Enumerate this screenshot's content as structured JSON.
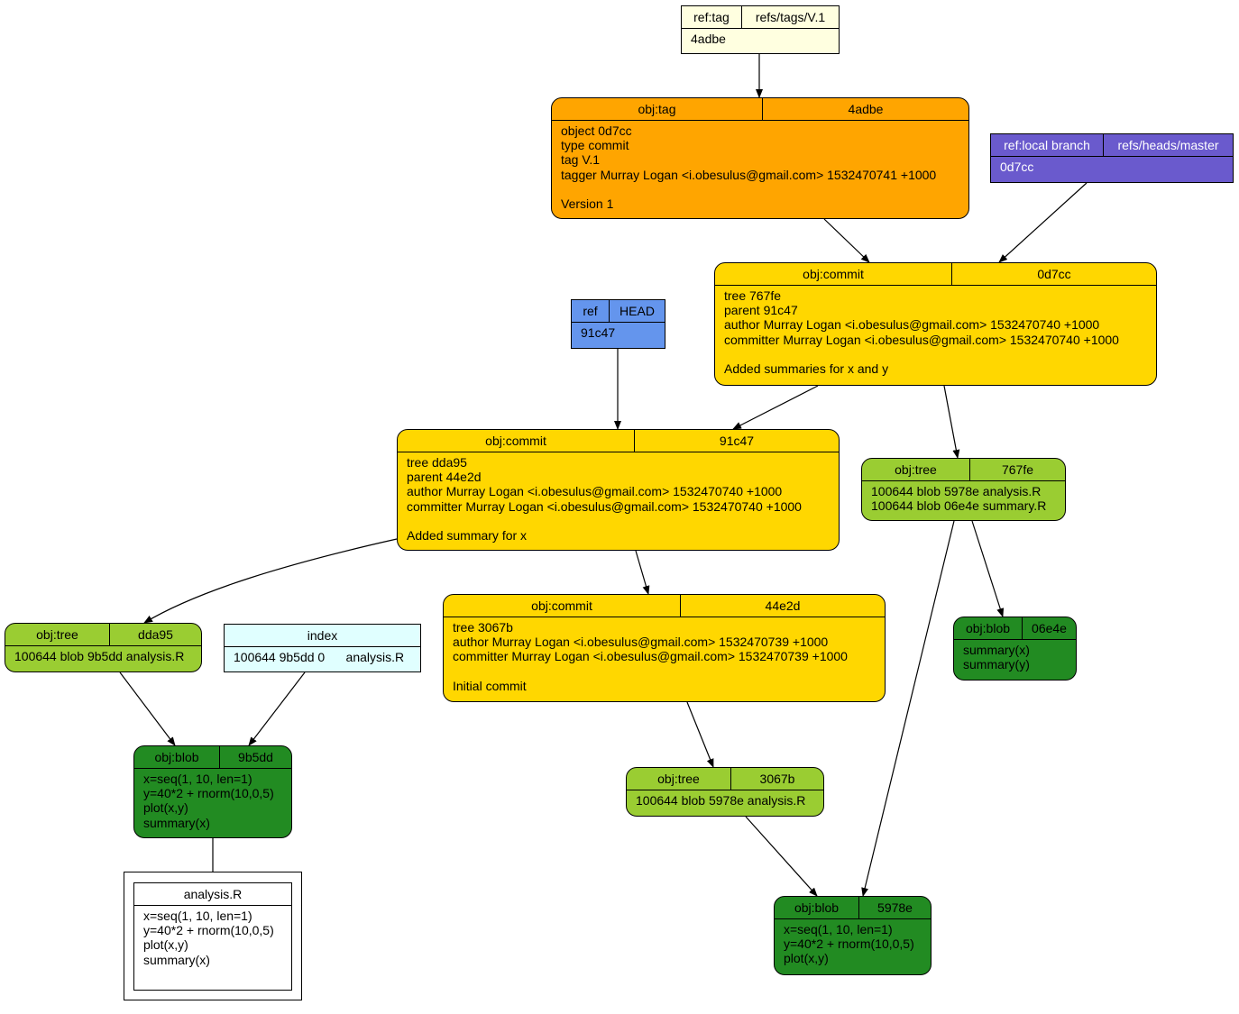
{
  "colors": {
    "tag_obj": "#FFA500",
    "commit": "#FFD700",
    "tree": "#9ACD32",
    "blob": "#228B22",
    "ref_tag": "#FFFFE0",
    "ref_head": "#6495ED",
    "ref_branch": "#6A5ACD",
    "index": "#E0FFFF",
    "file": "#FFFFFF"
  },
  "nodes": {
    "ref_tag": {
      "left": "ref:tag",
      "right": "refs/tags/V.1",
      "body": "4adbe"
    },
    "tag_obj": {
      "left": "obj:tag",
      "right": "4adbe",
      "body": "object 0d7cc\ntype commit\ntag V.1\ntagger Murray Logan <i.obesulus@gmail.com> 1532470741 +1000\n\nVersion 1"
    },
    "ref_branch": {
      "left": "ref:local branch",
      "right": "refs/heads/master",
      "body": "0d7cc"
    },
    "commit_0d7cc": {
      "left": "obj:commit",
      "right": "0d7cc",
      "body": "tree 767fe\nparent 91c47\nauthor Murray Logan <i.obesulus@gmail.com> 1532470740 +1000\ncommitter Murray Logan <i.obesulus@gmail.com> 1532470740 +1000\n\nAdded summaries for x and y"
    },
    "ref_head": {
      "left": "ref",
      "right": "HEAD",
      "body": "91c47"
    },
    "commit_91c47": {
      "left": "obj:commit",
      "right": "91c47",
      "body": "tree dda95\nparent 44e2d\nauthor Murray Logan <i.obesulus@gmail.com> 1532470740 +1000\ncommitter Murray Logan <i.obesulus@gmail.com> 1532470740 +1000\n\nAdded summary for x"
    },
    "tree_767fe": {
      "left": "obj:tree",
      "right": "767fe",
      "body": "100644 blob 5978e analysis.R\n100644 blob 06e4e summary.R"
    },
    "tree_dda95": {
      "left": "obj:tree",
      "right": "dda95",
      "body": "100644 blob 9b5dd analysis.R"
    },
    "index": {
      "title": "index",
      "body": "100644 9b5dd 0      analysis.R"
    },
    "commit_44e2d": {
      "left": "obj:commit",
      "right": "44e2d",
      "body": "tree 3067b\nauthor Murray Logan <i.obesulus@gmail.com> 1532470739 +1000\ncommitter Murray Logan <i.obesulus@gmail.com> 1532470739 +1000\n\nInitial commit"
    },
    "blob_06e4e": {
      "left": "obj:blob",
      "right": "06e4e",
      "body": "summary(x)\nsummary(y)"
    },
    "blob_9b5dd": {
      "left": "obj:blob",
      "right": "9b5dd",
      "body": "x=seq(1, 10, len=1)\ny=40*2 + rnorm(10,0,5)\nplot(x,y)\nsummary(x)"
    },
    "tree_3067b": {
      "left": "obj:tree",
      "right": "3067b",
      "body": "100644 blob 5978e analysis.R"
    },
    "file_analysis": {
      "title": "analysis.R",
      "body": "x=seq(1, 10, len=1)\ny=40*2 + rnorm(10,0,5)\nplot(x,y)\nsummary(x)"
    },
    "blob_5978e": {
      "left": "obj:blob",
      "right": "5978e",
      "body": "x=seq(1, 10, len=1)\ny=40*2 + rnorm(10,0,5)\nplot(x,y)"
    }
  }
}
